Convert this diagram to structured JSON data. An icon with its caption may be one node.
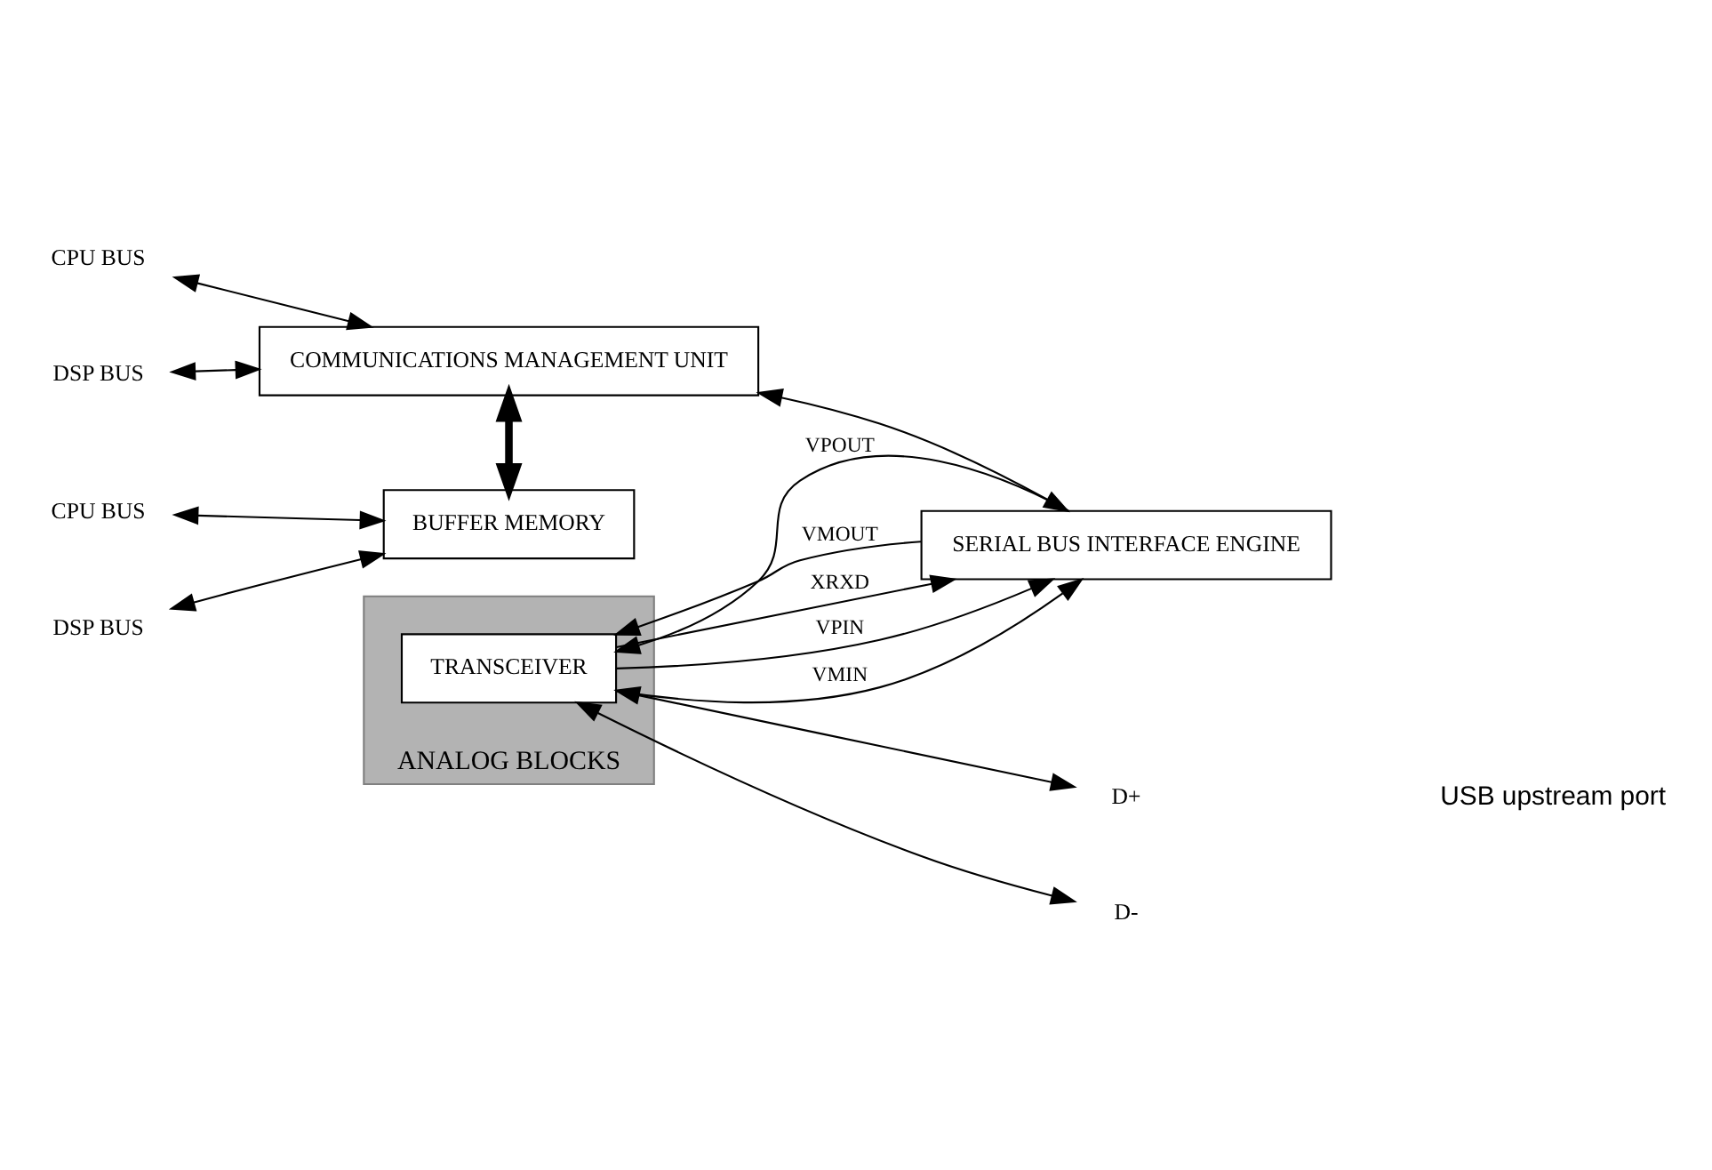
{
  "diagram": {
    "nodes": [
      {
        "text": [
          "CPU BUS"
        ]
      },
      {
        "text": [
          "DSP BUS"
        ]
      },
      {
        "text": [
          "COMMUNICATIONS MANAGEMENT UNIT"
        ]
      },
      {
        "text": [
          "SERIAL BUS INTERFACE ENGINE"
        ]
      },
      {
        "text": [
          "ANALOG BLOCKS"
        ]
      },
      {
        "text": [
          "TRANSCEIVER"
        ],
        "in": 4
      },
      {
        "text": [
          "D+"
        ]
      },
      {
        "text": [
          "D-"
        ]
      },
      {
        "text": [
          "CPU BUS"
        ]
      },
      {
        "text": [
          "DSP BUS"
        ]
      },
      {
        "text": [
          "BUFFER MEMORY"
        ]
      }
    ],
    "edges": [
      {
        "from": 0,
        "to": 2,
        "arrow": "both"
      },
      {
        "from": 1,
        "to": 2,
        "arrow": "both"
      },
      {
        "from": 2,
        "to": 3,
        "arrow": "both"
      },
      {
        "from": 5,
        "to": 3,
        "arrow": "to",
        "label": "XRXD"
      },
      {
        "from": 5,
        "to": 3,
        "arrow": "to",
        "label": "VPIN"
      },
      {
        "from": 5,
        "to": 3,
        "arrow": "to",
        "label": "VMIN"
      },
      {
        "from": 3,
        "to": 5,
        "arrow": "to",
        "label": "VPOUT"
      },
      {
        "from": 3,
        "to": 5,
        "arrow": "to",
        "label": "VMOUT"
      },
      {
        "from": 5,
        "to": 6,
        "arrow": "both"
      },
      {
        "from": 5,
        "to": 7,
        "arrow": "both"
      },
      {
        "from": 2,
        "to": 10,
        "arrow": "both",
        "style": "thick"
      },
      {
        "from": 8,
        "to": 10,
        "arrow": "both"
      },
      {
        "from": 9,
        "to": 10,
        "arrow": "both"
      }
    ],
    "labels": [
      "USB upstream port"
    ]
  }
}
